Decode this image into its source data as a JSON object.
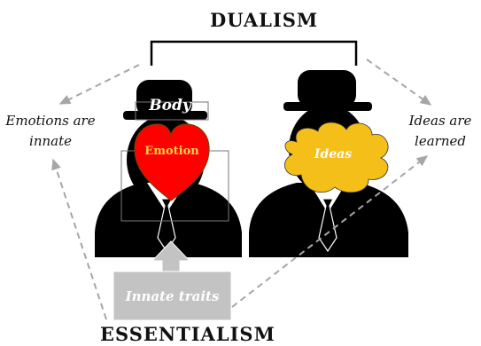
{
  "diagram": {
    "title_top": "DUALISM",
    "title_bottom": "ESSENTIALISM",
    "left_label_line1": "Emotions are",
    "left_label_line2": "innate",
    "right_label_line1": "Ideas are",
    "right_label_line2": "learned",
    "body_label": "Body",
    "emotion_label": "Emotion",
    "ideas_label": "Ideas",
    "traits_label": "Innate traits",
    "colors": {
      "figure": "#000000",
      "heart": "#ff0000",
      "heart_text": "#ffd24a",
      "cloud": "#f5bf19",
      "cloud_text": "#ffffff",
      "traits_box": "#c3c3c3",
      "arrow_dashed": "#a6a6a6"
    }
  }
}
